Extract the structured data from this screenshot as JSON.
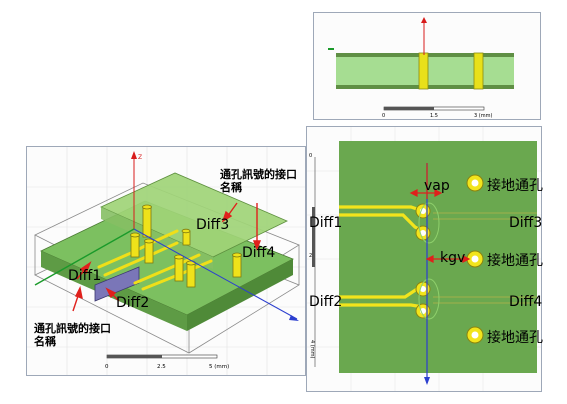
{
  "top_view": {
    "scale_ticks": [
      "0",
      "1.5",
      "3 (mm)"
    ]
  },
  "iso_view": {
    "axis_z": "Z",
    "labels": {
      "port_top": "通孔訊號的接口名稱",
      "port_bottom": "通孔訊號的接口名稱",
      "diff1": "Diff1",
      "diff2": "Diff2",
      "diff3": "Diff3",
      "diff4": "Diff4"
    },
    "scale_ticks": [
      "0",
      "2.5",
      "5 (mm)"
    ]
  },
  "plan_view": {
    "labels": {
      "vap": "vap",
      "kgv": "kgv",
      "diff1": "Diff1",
      "diff2": "Diff2",
      "diff3": "Diff3",
      "diff4": "Diff4",
      "ground_via_1": "接地通孔",
      "ground_via_2": "接地通孔",
      "ground_via_3": "接地通孔"
    },
    "ruler_ticks": [
      "0",
      "2",
      "4 (mm)"
    ]
  },
  "colors": {
    "board_green": "#6aa84f",
    "board_light": "#9fd88a",
    "trace_yellow": "#f2e41c",
    "dim_red": "#e0201c",
    "axis_blue": "#2c3fcf"
  }
}
